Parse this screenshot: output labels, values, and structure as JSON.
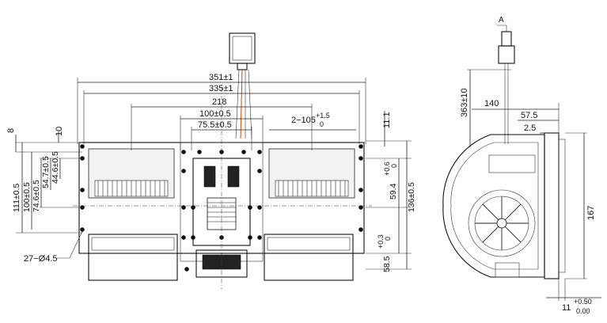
{
  "front_view": {
    "dim_351": "351±1",
    "dim_335": "335±1",
    "dim_218": "218",
    "dim_100": "100±0.5",
    "dim_75_5": "75.5±0.5",
    "dim_2_105": "2−105",
    "tol_plus_1_5": "+1.5",
    "tol_0": "0",
    "dim_11_1": "11.1",
    "dim_8": "8",
    "dim_10": "10",
    "dim_111": "111±0.5",
    "dim_100v": "100±0.5",
    "dim_74_6": "74.6±0.5",
    "dim_54_7": "54.7±0.5",
    "dim_44_6": "44.6±0.5",
    "dim_59_4": "59.4",
    "tol_plus_0_6": "+0.6",
    "tol_0_b": "0",
    "dim_136": "136±0.5",
    "dim_58_5": "58.5",
    "tol_plus_0_3": "+0.3",
    "tol_0_c": "0",
    "holes": "27−Ø4.5"
  },
  "side_view": {
    "label_a": "A",
    "dim_363": "363±10",
    "dim_140": "140",
    "dim_57_5": "57.5",
    "dim_2_5": "2.5",
    "dim_167": "167",
    "dim_11": "11",
    "tol_plus_0_50": "+0.50",
    "tol_0_00": "0.00"
  }
}
